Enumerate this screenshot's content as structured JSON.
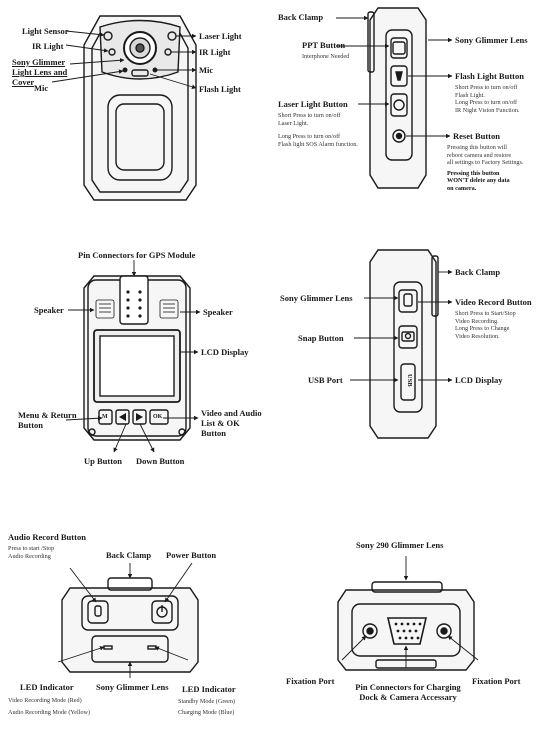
{
  "panel1": {
    "light_sensor": "Light Sensor",
    "ir_light_left": "IR Light",
    "sony_lens_cover": [
      "Sony Glimmer",
      "Light Lens and",
      "Cover"
    ],
    "mic_left": "Mic",
    "laser_light": "Laser Light",
    "ir_light_right": "IR Light",
    "mic_right": "Mic",
    "flash_light": "Flash Light"
  },
  "panel2": {
    "back_clamp": "Back Clamp",
    "ppt_button": "PPT Button",
    "ppt_desc": "Interphone Needed",
    "sony_lens": "Sony Glimmer Lens",
    "flash_button": "Flash Light Button",
    "flash_desc": [
      "Short Press to turn on/off",
      "Flash Light.",
      "Long Press to turn on/off",
      "IR Night Vision Function."
    ],
    "laser_button": "Laser Light Button",
    "laser_desc": [
      "Short Press to turn on/off",
      "Laser Light.",
      "",
      "Long Press to turn on/off",
      "Flash light SOS Alarm function."
    ],
    "reset_button": "Reset Button",
    "reset_desc": [
      "Pressing this button will",
      "reboot camera and restore",
      "all settings to Factory Settings."
    ],
    "reset_note": [
      "Pressing this button",
      "WON'T  delete any data",
      "on camera."
    ]
  },
  "panel3": {
    "gps": "Pin Connectors for GPS Module",
    "speaker_left": "Speaker",
    "speaker_right": "Speaker",
    "lcd": "LCD Display",
    "menu": [
      "Menu & Return",
      "Button"
    ],
    "video_list": [
      "Video and Audio",
      "List & OK",
      "Button"
    ],
    "up": "Up Button",
    "down": "Down Button",
    "key_m": "M",
    "key_ok": "OK"
  },
  "panel4": {
    "back_clamp": "Back Clamp",
    "sony_lens": "Sony Glimmer Lens",
    "video_record": "Video Record Button",
    "video_desc": [
      "Short Press to Start/Stop",
      "Video Recording.",
      "Long Press to Change",
      "Video Resolution."
    ],
    "snap": "Snap Button",
    "usb_port": "USB Port",
    "lcd": "LCD Display",
    "usb_text": "USB"
  },
  "panel5": {
    "audio_record": "Audio Record Button",
    "audio_desc": [
      "Press to start /Stop",
      "Audio Recording"
    ],
    "back_clamp": "Back Clamp",
    "power": "Power Button",
    "led_left": "LED Indicator",
    "led_left_desc": [
      "Video Recording Mode (Red)",
      "Audio Recording Mode (Yellow)"
    ],
    "sony_lens": "Sony Glimmer Lens",
    "led_right": "LED Indicator",
    "led_right_desc": [
      "Standby Mode (Green)",
      "Charging Mode (Blue)"
    ]
  },
  "panel6": {
    "sony_290": "Sony 290 Glimmer Lens",
    "fixation_left": "Fixation Port",
    "pin_connectors": [
      "Pin Connectors for Charging",
      "Dock & Camera Accessary"
    ],
    "fixation_right": "Fixation Port"
  }
}
